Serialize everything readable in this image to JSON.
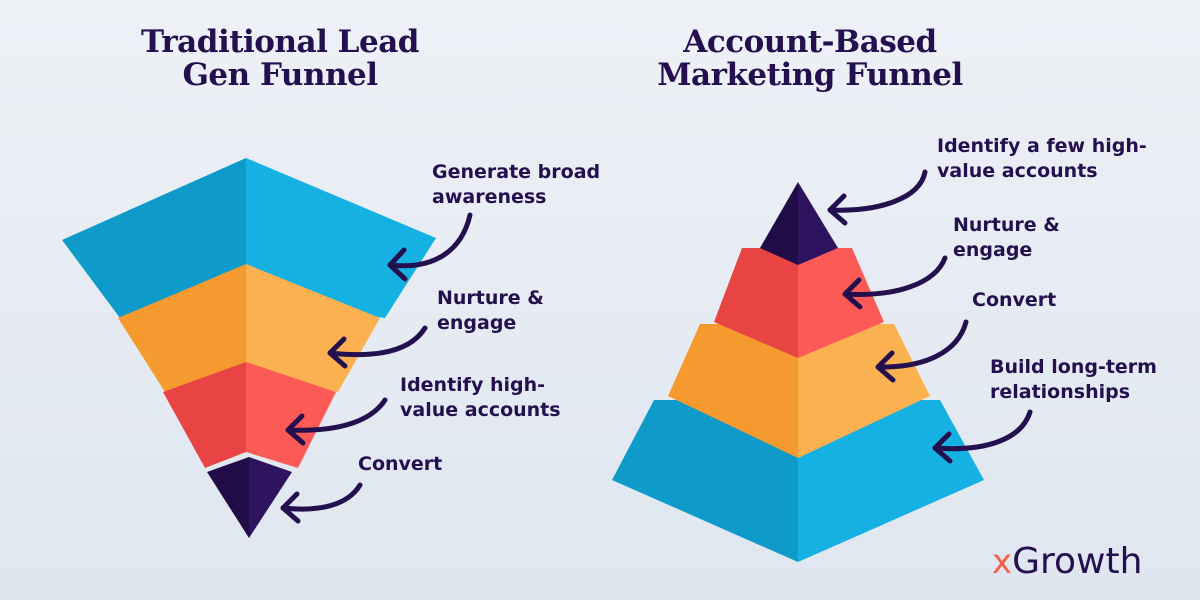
{
  "left_funnel": {
    "title": "Traditional Lead\nGen Funnel",
    "stages": [
      {
        "label": "Generate broad\nawareness",
        "color": "#16b1e3",
        "shade": "#0f9bc9"
      },
      {
        "label": "Nurture &\nengage",
        "color": "#fcb150",
        "shade": "#f59a2f"
      },
      {
        "label": "Identify high-\nvalue accounts",
        "color": "#fb5a57",
        "shade": "#e84443"
      },
      {
        "label": "Convert",
        "color": "#2e135e",
        "shade": "#210c47"
      }
    ]
  },
  "right_funnel": {
    "title": "Account-Based\nMarketing Funnel",
    "stages": [
      {
        "label": "Identify a few high-\nvalue accounts",
        "color": "#2e135e",
        "shade": "#210c47"
      },
      {
        "label": "Nurture &\nengage",
        "color": "#fb5a57",
        "shade": "#e84443"
      },
      {
        "label": "Convert",
        "color": "#fcb150",
        "shade": "#f59a2f"
      },
      {
        "label": "Build long-term\nrelationships",
        "color": "#16b1e3",
        "shade": "#0f9bc9"
      }
    ]
  },
  "logo": {
    "mark": "x",
    "text": "Growth",
    "mark_color": "#f06449",
    "text_color": "#24104e"
  },
  "colors": {
    "text": "#24104e",
    "arrow": "#24104e"
  }
}
